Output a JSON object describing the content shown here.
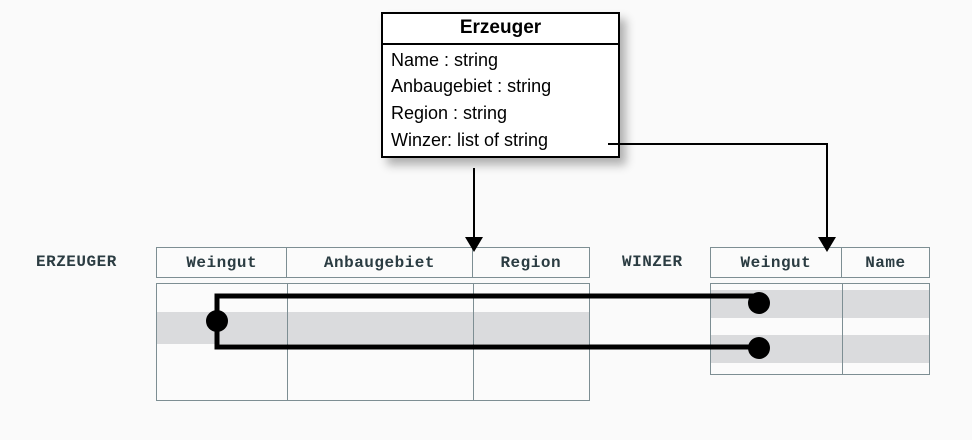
{
  "diagram": {
    "title": "Erzeuger class to relational tables mapping",
    "background_color": "#fafafa",
    "connector_color": "#000000",
    "shade_color": "#dadbdd",
    "table_border_color": "#7d8e93",
    "table_text_color": "#2b3c42"
  },
  "uml_class": {
    "name": "Erzeuger",
    "attributes": [
      {
        "text": "Name : string"
      },
      {
        "text": "Anbaugebiet : string"
      },
      {
        "text": "Region : string"
      },
      {
        "text": "Winzer: list of string"
      }
    ]
  },
  "tables": [
    {
      "label": "ERZEUGER",
      "columns": [
        "Weingut",
        "Anbaugebiet",
        "Region"
      ],
      "row_count": 4,
      "shaded_rows": [
        2
      ],
      "rows": [
        {
          "cells": [
            "",
            "",
            ""
          ]
        },
        {
          "cells": [
            "",
            "",
            ""
          ]
        },
        {
          "cells": [
            "",
            "",
            ""
          ]
        },
        {
          "cells": [
            "",
            "",
            ""
          ]
        }
      ]
    },
    {
      "label": "WINZER",
      "columns": [
        "Weingut",
        "Name"
      ],
      "row_count": 3,
      "shaded_rows": [
        1,
        3
      ],
      "rows": [
        {
          "cells": [
            "",
            ""
          ]
        },
        {
          "cells": [
            "",
            ""
          ]
        },
        {
          "cells": [
            "",
            ""
          ]
        }
      ]
    }
  ],
  "connectors": {
    "attribute_to_erzeuger": "Erzeuger class maps to ERZEUGER table",
    "winzer_attribute_to_winzer": "Winzer attribute maps to WINZER table",
    "value_link": "One ERZEUGER Weingut value links to two WINZER rows"
  }
}
